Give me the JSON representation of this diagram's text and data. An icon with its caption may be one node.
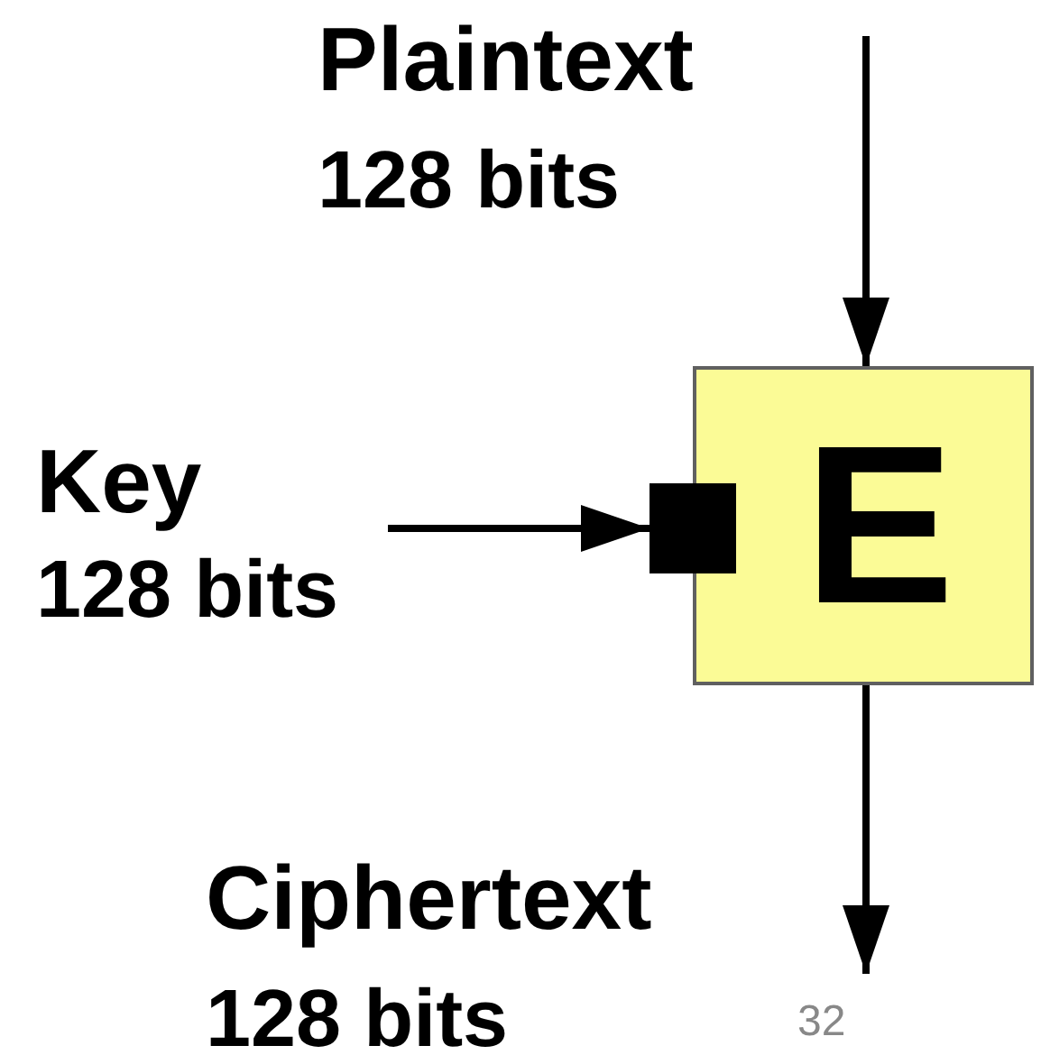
{
  "diagram": {
    "nodes": [
      {
        "text": [
          "Key",
          "128 bits"
        ]
      },
      {
        "text": [
          "E"
        ]
      },
      {
        "text": [],
        "shape": "box"
      }
    ],
    "edges": [
      {
        "from": null,
        "to": 1,
        "arrow": "to"
      },
      {
        "from": 0,
        "to": 2,
        "arrow": "to"
      },
      {
        "from": 1,
        "to": null,
        "arrow": "to"
      }
    ],
    "labels": [
      "Plaintext",
      "128 bits",
      "Ciphertext",
      "128 bits",
      "32"
    ]
  }
}
